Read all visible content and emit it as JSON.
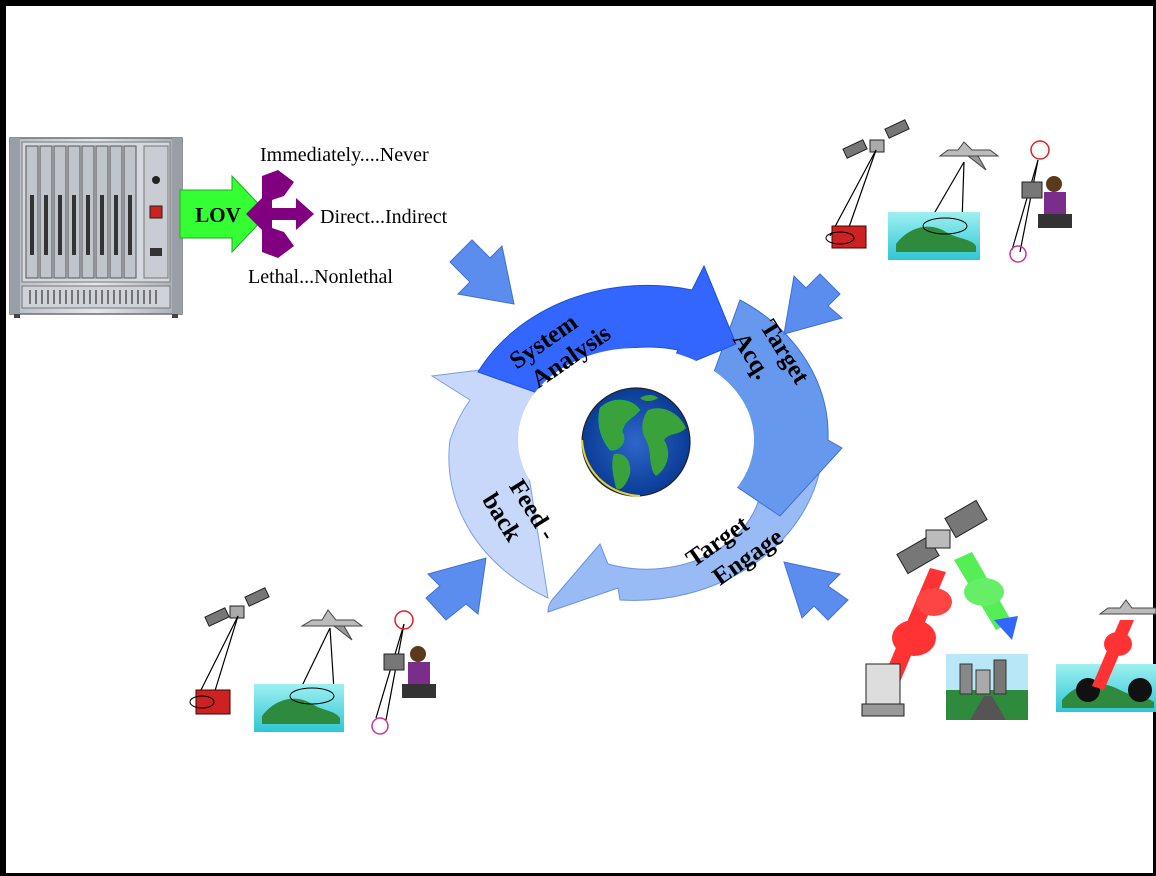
{
  "lov": {
    "label": "LOV",
    "options": [
      "Immediately....Never",
      "Direct...Indirect",
      "Lethal...Nonlethal"
    ]
  },
  "cycle": {
    "stages": [
      {
        "line1": "System",
        "line2": "Analysis"
      },
      {
        "line1": "Target",
        "line2": "Acq."
      },
      {
        "line1": "Target",
        "line2": "Engage"
      },
      {
        "line1": "Feed -",
        "line2": "back"
      }
    ]
  },
  "colors": {
    "ring_dark": "#3366ff",
    "ring_mid": "#6699ee",
    "ring_light": "#99bbf5",
    "ring_pale": "#c8d8fa",
    "pointer_arrow": "#5b8def",
    "lov_arrow": "#33ff33",
    "lov_fork": "#800080",
    "beam_red": "#ff3333",
    "beam_green": "#55ee55"
  }
}
